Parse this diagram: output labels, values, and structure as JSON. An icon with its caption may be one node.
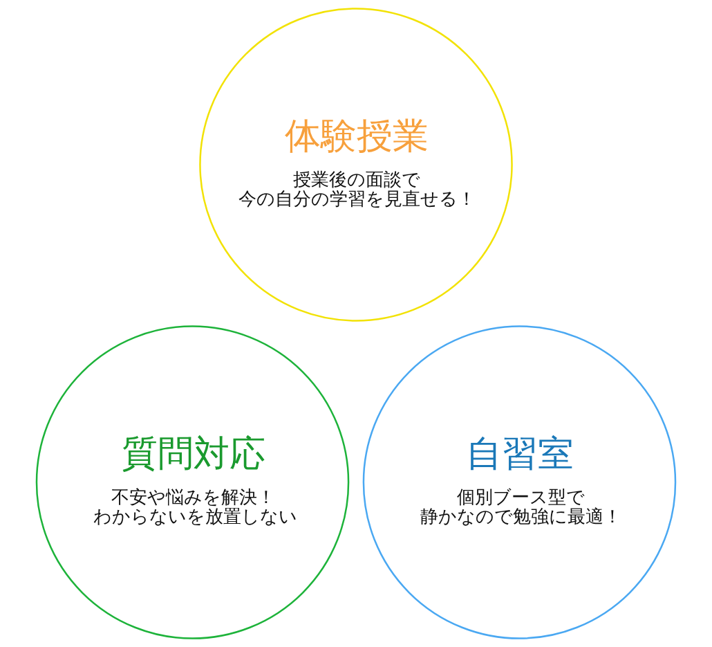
{
  "diagram": {
    "nodes": [
      {
        "text": [
          "体験授業",
          "授業後の面談で今の自分の学習を見直せる！"
        ]
      },
      {
        "text": [
          "質問対応",
          "不安や悩みを解決！わからないを放置しない"
        ]
      },
      {
        "text": [
          "自習室",
          "個別ブース型で静かなので勉強に最適！"
        ]
      }
    ]
  }
}
